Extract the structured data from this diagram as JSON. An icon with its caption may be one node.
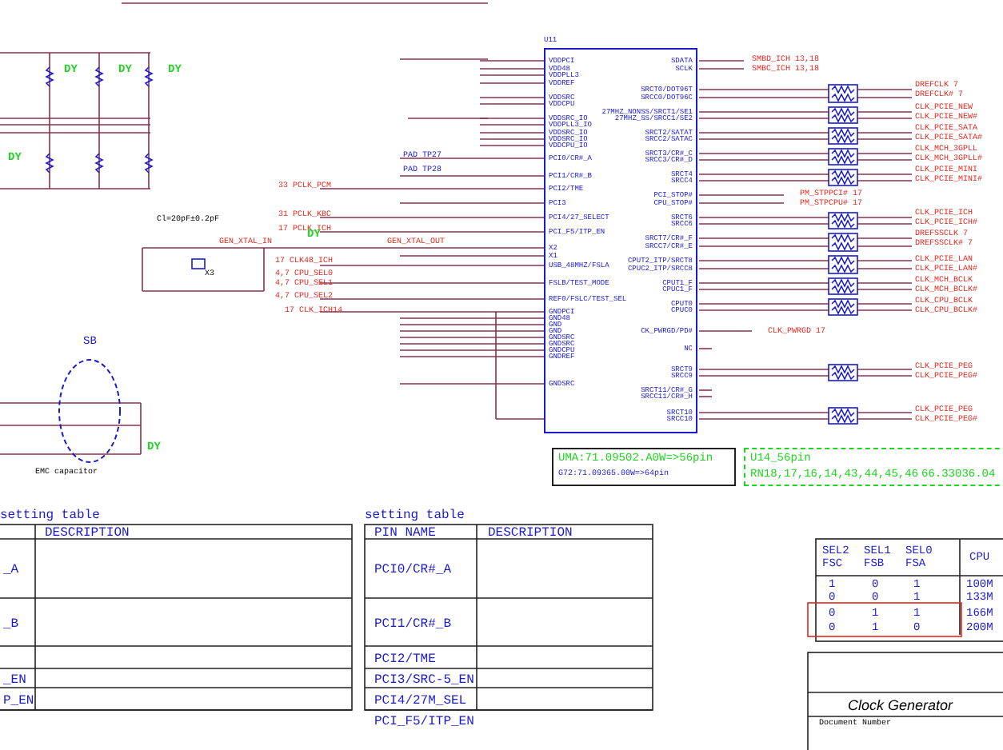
{
  "diagram": {
    "nodes": [
      {
        "text": [
          "U11",
          "VDDPCI",
          "VDD48",
          "VDDPLL3",
          "VDDREF",
          "VDDSRC",
          "VDDCPU",
          "VDDSRC_IO",
          "VDDPLL3_IO",
          "VDDSRC_IO",
          "VDDSRC_IO",
          "VDDCPU_IO",
          "PCI0/CR#_A",
          "PCI1/CR#_B",
          "PCI2/TME",
          "PCI3",
          "PCI4/27_SELECT",
          "PCI_F5/ITP_EN",
          "X2",
          "X1",
          "USB_48MHZ/FSLA",
          "FSLB/TEST_MODE",
          "REF0/FSLC/TEST_SEL",
          "GNDPCI",
          "GND48",
          "GND",
          "GND",
          "GNDSRC",
          "GNDSRC",
          "GNDCPU",
          "GNDREF",
          "GNDSRC",
          "SDATA",
          "SCLK",
          "SRCT0/DOT96T",
          "SRCC0/DOT96C",
          "27MHZ_NONSS/SRCT1/SE1",
          "27MHZ_SS/SRCC1/SE2",
          "SRCT2/SATAT",
          "SRCC2/SATAC",
          "SRCT3/CR#_C",
          "SRCC3/CR#_D",
          "SRCT4",
          "SRCC4",
          "PCI_STOP#",
          "CPU_STOP#",
          "SRCT6",
          "SRCC6",
          "SRCT7/CR#_F",
          "SRCC7/CR#_E",
          "CPUT2_ITP/SRCT8",
          "CPUC2_ITP/SRCC8",
          "CPUT1_F",
          "CPUC1_F",
          "CPUT0",
          "CPUC0",
          "CK_PWRGD/PD#",
          "NC",
          "SRCT9",
          "SRCC9",
          "SRCT11/CR#_G",
          "SRCC11/CR#_H",
          "SRCT10",
          "SRCC10"
        ]
      },
      {
        "text": [
          "SB"
        ]
      },
      {
        "text": [
          "UMA:71.09502.A0W=>56pin",
          "G72:71.09365.00W=>64pin"
        ]
      },
      {
        "text": [
          "U14_56pin",
          "RN18,17,16,14,43,44,45,46",
          "66.33036.04"
        ]
      }
    ],
    "labels": [
      "DY",
      "DY",
      "DY",
      "DY",
      "PAD TP27",
      "PAD TP28",
      "33 PCLK_PCM",
      "31 PCLK_KBC",
      "17 PCLK_ICH",
      "Cl=20pF±0.2pF",
      "GEN_XTAL_IN",
      "DY",
      "GEN_XTAL_OUT",
      "X3",
      "17 CLK48_ICH",
      "4,7 CPU_SEL0",
      "4,7 CPU_SEL1",
      "4,7 CPU_SEL2",
      "17 CLK_ICH14",
      "EMC capacitor",
      "DY",
      "SMBD_ICH 13,18",
      "SMBC_ICH 13,18",
      "DREFCLK 7",
      "DREFCLK# 7",
      "CLK_PCIE_NEW",
      "CLK_PCIE_NEW#",
      "CLK_PCIE_SATA",
      "CLK_PCIE_SATA#",
      "CLK_MCH_3GPLL",
      "CLK_MCH_3GPLL#",
      "CLK_PCIE_MINI",
      "CLK_PCIE_MINI#",
      "CLK_PCIE_ICH",
      "CLK_PCIE_ICH#",
      "DREFSSCLK 7",
      "DREFSSCLK# 7",
      "CLK_PCIE_LAN",
      "CLK_PCIE_LAN#",
      "CLK_MCH_BCLK",
      "CLK_MCH_BCLK#",
      "CLK_CPU_BCLK",
      "CLK_CPU_BCLK#",
      "CLK_PCIE_PEG",
      "CLK_PCIE_PEG#",
      "CLK_PCIE_PEG",
      "CLK_PCIE_PEG#",
      "PM_STPPCI# 17",
      "PM_STPCPU# 17",
      "CLK_PWRGD 17",
      "setting table",
      "DESCRIPTION",
      "_A",
      "_B",
      "_EN",
      "P_EN",
      "setting table",
      "PIN NAME",
      "DESCRIPTION",
      "PCI0/CR#_A",
      "PCI1/CR#_B",
      "PCI2/TME",
      "PCI3/SRC-5_EN",
      "PCI4/27M_SEL",
      "PCI_F5/ITP_EN",
      "SEL2 FSC",
      "SEL1 FSB",
      "SEL0 FSA",
      "CPU",
      "1",
      "0",
      "1",
      "100M",
      "0",
      "0",
      "1",
      "133M",
      "0",
      "1",
      "1",
      "166M",
      "0",
      "1",
      "0",
      "200M",
      "Clock Generator",
      "Document Number"
    ]
  }
}
